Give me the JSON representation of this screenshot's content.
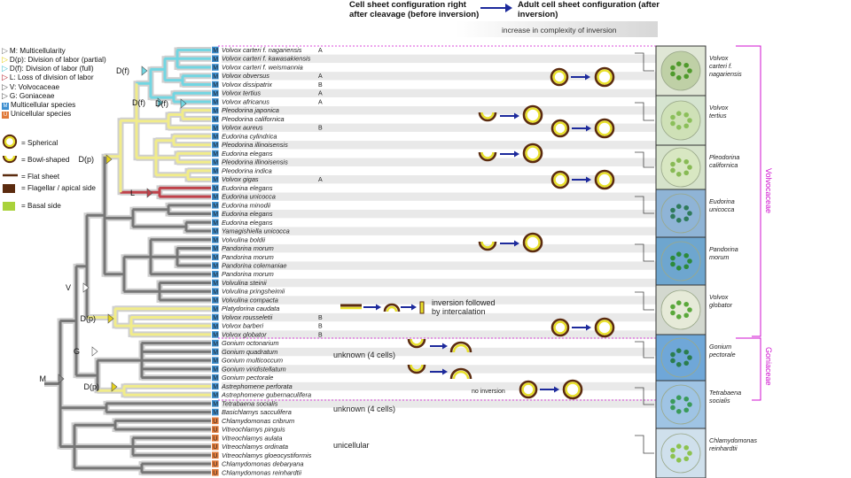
{
  "header": {
    "col1": "Cell sheet configuration right after cleavage (before inversion)",
    "col2": "Adult cell sheet configuration (after inversion)",
    "gradient_label": "increase in complexity of inversion"
  },
  "legend": {
    "items": [
      {
        "mark": "▷",
        "text": "M: Multicellularity",
        "color": "#777777"
      },
      {
        "mark": "▷",
        "text": "D(p): Division of labor (partial)",
        "color": "#e6d21e"
      },
      {
        "mark": "▷",
        "text": "D(f): Division of labor (full)",
        "color": "#3fbfcf"
      },
      {
        "mark": "▷",
        "text": "L: Loss of division of labor",
        "color": "#b51f2a"
      },
      {
        "mark": "▷",
        "text": "V: Volvocaceae",
        "color": "#ffffff"
      },
      {
        "mark": "▷",
        "text": "G: Goniaceae",
        "color": "#ffffff"
      },
      {
        "mark": "M",
        "text": "Multicellular species",
        "color": "#3d8fd0"
      },
      {
        "mark": "U",
        "text": "Unicellular species",
        "color": "#e07a3a"
      }
    ],
    "shapes": [
      {
        "text": "= Spherical"
      },
      {
        "text": "= Bowl-shaped"
      },
      {
        "text": "= Flat sheet"
      },
      {
        "text": "= Flagellar / apical side"
      },
      {
        "text": "= Basal side"
      }
    ]
  },
  "species": [
    {
      "name": "Volvox carteri f. nagariensis",
      "type": "M",
      "tag": "A"
    },
    {
      "name": "Volvox carteri f. kawasakiensis",
      "type": "M",
      "tag": ""
    },
    {
      "name": "Volvox carteri f. weismannia",
      "type": "M",
      "tag": ""
    },
    {
      "name": "Volvox obversus",
      "type": "M",
      "tag": "A"
    },
    {
      "name": "Volvox dissipatrix",
      "type": "M",
      "tag": "B"
    },
    {
      "name": "Volvox tertius",
      "type": "M",
      "tag": "A"
    },
    {
      "name": "Volvox africanus",
      "type": "M",
      "tag": "A"
    },
    {
      "name": "Pleodorina japonica",
      "type": "M",
      "tag": ""
    },
    {
      "name": "Pleodorina californica",
      "type": "M",
      "tag": ""
    },
    {
      "name": "Volvox aureus",
      "type": "M",
      "tag": "B"
    },
    {
      "name": "Eudorina cylindrica",
      "type": "M",
      "tag": ""
    },
    {
      "name": "Pleodorina illinoisensis",
      "type": "M",
      "tag": ""
    },
    {
      "name": "Eudorina elegans",
      "type": "M",
      "tag": ""
    },
    {
      "name": "Pleodorina illinoisensis",
      "type": "M",
      "tag": ""
    },
    {
      "name": "Pleodorina indica",
      "type": "M",
      "tag": ""
    },
    {
      "name": "Volvox gigas",
      "type": "M",
      "tag": "A"
    },
    {
      "name": "Eudorina elegans",
      "type": "M",
      "tag": ""
    },
    {
      "name": "Eudorina unicocca",
      "type": "M",
      "tag": ""
    },
    {
      "name": "Eudorina minodii",
      "type": "M",
      "tag": ""
    },
    {
      "name": "Eudorina elegans",
      "type": "M",
      "tag": ""
    },
    {
      "name": "Eudorina elegans",
      "type": "M",
      "tag": ""
    },
    {
      "name": "Yamagishiella unicocca",
      "type": "M",
      "tag": ""
    },
    {
      "name": "Volvulina boldii",
      "type": "M",
      "tag": ""
    },
    {
      "name": "Pandorina morum",
      "type": "M",
      "tag": ""
    },
    {
      "name": "Pandorina morum",
      "type": "M",
      "tag": ""
    },
    {
      "name": "Pandorina colemaniae",
      "type": "M",
      "tag": ""
    },
    {
      "name": "Pandorina morum",
      "type": "M",
      "tag": ""
    },
    {
      "name": "Volvulina steinii",
      "type": "M",
      "tag": ""
    },
    {
      "name": "Volvulina pringsheimii",
      "type": "M",
      "tag": ""
    },
    {
      "name": "Volvulina compacta",
      "type": "M",
      "tag": ""
    },
    {
      "name": "Platydorina caudata",
      "type": "M",
      "tag": ""
    },
    {
      "name": "Volvox rousseletii",
      "type": "M",
      "tag": "B"
    },
    {
      "name": "Volvox barberi",
      "type": "M",
      "tag": "B"
    },
    {
      "name": "Volvox globator",
      "type": "M",
      "tag": "B"
    },
    {
      "name": "Gonium octonarium",
      "type": "M",
      "tag": ""
    },
    {
      "name": "Gonium quadratum",
      "type": "M",
      "tag": ""
    },
    {
      "name": "Gonium multicoccum",
      "type": "M",
      "tag": ""
    },
    {
      "name": "Gonium viridistellatum",
      "type": "M",
      "tag": ""
    },
    {
      "name": "Gonium pectorale",
      "type": "M",
      "tag": ""
    },
    {
      "name": "Astrephomene perforata",
      "type": "M",
      "tag": ""
    },
    {
      "name": "Astrephomene gubernaculifera",
      "type": "M",
      "tag": ""
    },
    {
      "name": "Tetrabaena socialis",
      "type": "M",
      "tag": ""
    },
    {
      "name": "Basichlamys sacculifera",
      "type": "M",
      "tag": ""
    },
    {
      "name": "Chlamydomonas cribrum",
      "type": "U",
      "tag": ""
    },
    {
      "name": "Vitreochlamys pinguis",
      "type": "U",
      "tag": ""
    },
    {
      "name": "Vitreochlamys aulata",
      "type": "U",
      "tag": ""
    },
    {
      "name": "Vitreochlamys ordinata",
      "type": "U",
      "tag": ""
    },
    {
      "name": "Vitreochlamys gloeocystiformis",
      "type": "U",
      "tag": ""
    },
    {
      "name": "Chlamydomonas debaryana",
      "type": "U",
      "tag": ""
    },
    {
      "name": "Chlamydomonas reinhardtii",
      "type": "U",
      "tag": ""
    }
  ],
  "node_labels": [
    "D(f)",
    "D(f)",
    "D(f)",
    "D(p)",
    "L",
    "V",
    "D(p)",
    "G",
    "D(p)",
    "M"
  ],
  "annotations": {
    "inversion_note": "inversion followed by intercalation",
    "unknown1": "unknown (4 cells)",
    "no_inversion": "no inversion",
    "unknown2": "unknown (4 cells)",
    "unicellular": "unicellular"
  },
  "families": {
    "volvocaceae": "Volvocaceae",
    "goniaceae": "Goniaceae"
  },
  "photos": [
    {
      "caption": "Volvox carteri f. nagariensis"
    },
    {
      "caption": "Volvox tertius"
    },
    {
      "caption": "Pleodorina californica"
    },
    {
      "caption": "Eudorina unicocca"
    },
    {
      "caption": "Pandorina morum"
    },
    {
      "caption": "Volvox globator"
    },
    {
      "caption": "Gonium pectorale"
    },
    {
      "caption": "Tetrabaena socialis"
    },
    {
      "caption": "Chlamydomonas reinhardtii"
    }
  ],
  "colors": {
    "multicellular": "#3d8fd0",
    "unicellular": "#e07a3a",
    "partial": "#f1ec8a",
    "full": "#72d6e2",
    "loss": "#c0424a",
    "branch": "#6b6b6b",
    "halo": "#cfcfcf",
    "flagellar": "#5b2b0f",
    "basal": "#a9d23a",
    "arrow": "#1d2a9c",
    "family": "#d011d0"
  }
}
